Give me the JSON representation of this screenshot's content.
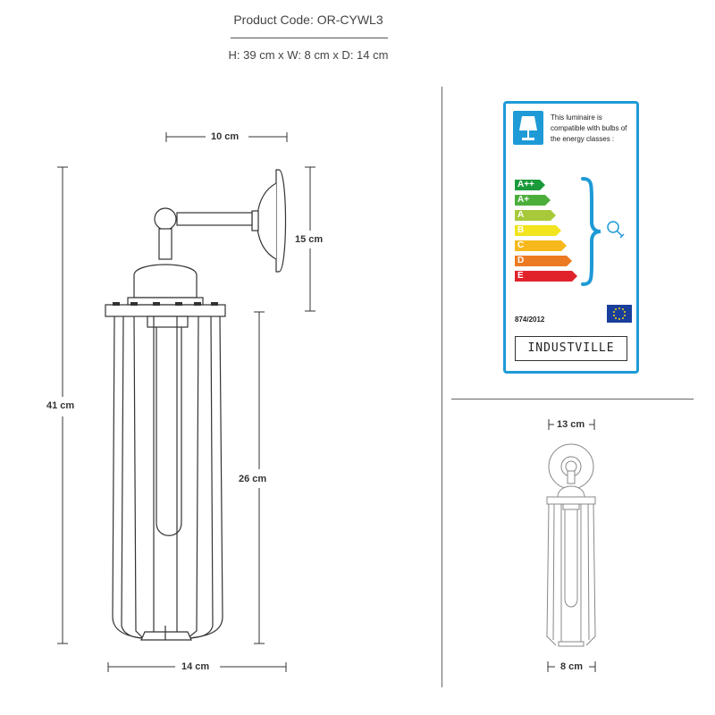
{
  "header": {
    "product_code": "Product Code: OR-CYWL3",
    "dimensions": "H: 39 cm x W: 8 cm x D: 14 cm"
  },
  "side_view": {
    "dim_top_width": "10 cm",
    "dim_total_height": "41 cm",
    "dim_backplate_height": "15 cm",
    "dim_cage_height": "26 cm",
    "dim_depth": "14 cm"
  },
  "front_view": {
    "dim_backplate_width": "13 cm",
    "dim_cage_width": "8 cm"
  },
  "energy_label": {
    "text": "This luminaire is compatible with bulbs of the energy classes :",
    "classes": [
      {
        "label": "A++",
        "color": "#1a9a3b"
      },
      {
        "label": "A+",
        "color": "#4cae3a"
      },
      {
        "label": "A",
        "color": "#a7c93a"
      },
      {
        "label": "B",
        "color": "#f2e41e"
      },
      {
        "label": "C",
        "color": "#f6b81c"
      },
      {
        "label": "D",
        "color": "#ec7a22"
      },
      {
        "label": "E",
        "color": "#e1222b"
      }
    ],
    "regulation": "874/2012",
    "brand": "INDUSTVILLE",
    "accent_color": "#1e9ad6"
  }
}
